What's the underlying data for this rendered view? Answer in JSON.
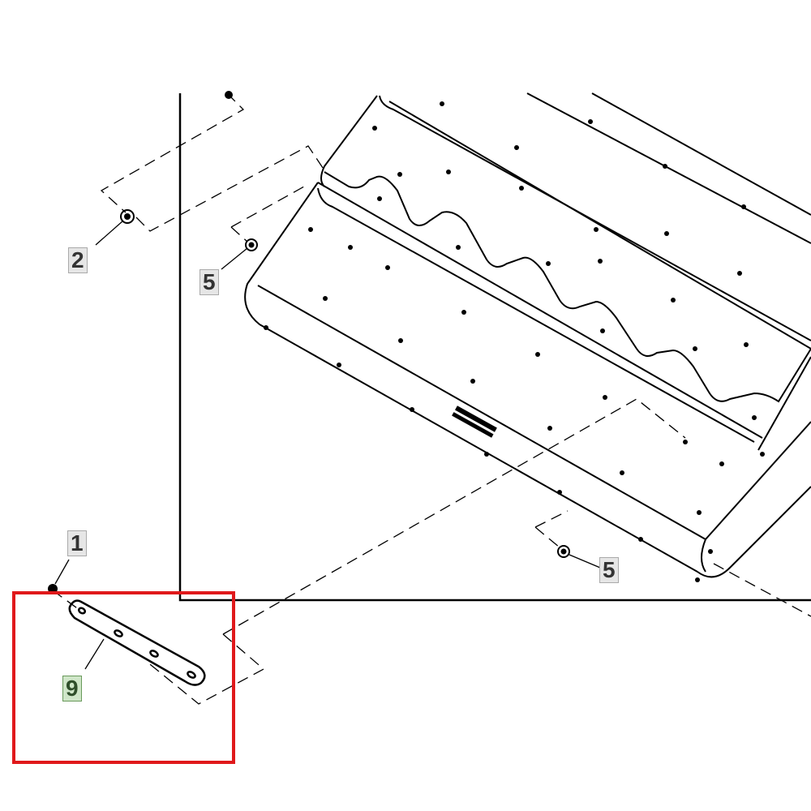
{
  "diagram": {
    "callouts": [
      {
        "id": "2",
        "label": "2",
        "selected": false
      },
      {
        "id": "5a",
        "label": "5",
        "selected": false
      },
      {
        "id": "5b",
        "label": "5",
        "selected": false
      },
      {
        "id": "1",
        "label": "1",
        "selected": false
      },
      {
        "id": "9",
        "label": "9",
        "selected": true
      }
    ],
    "highlight_color": "#e0191b",
    "selected_color": "#cfe6c8"
  }
}
